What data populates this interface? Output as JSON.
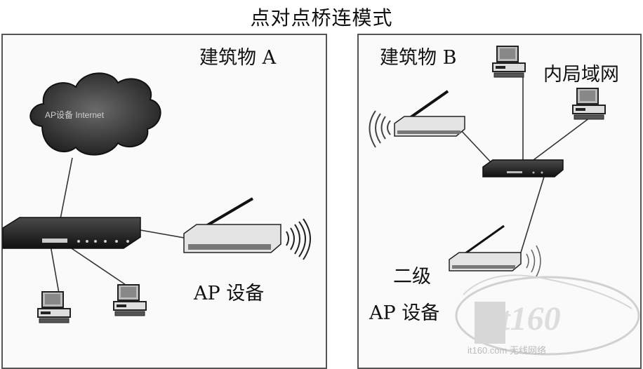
{
  "title": "点对点桥连模式",
  "building_a": {
    "label": "建筑物 A",
    "cloud_text": "AP设备 Internet",
    "ap_label": "AP 设备"
  },
  "building_b": {
    "label": "建筑物 B",
    "lan_label": "内局域网",
    "secondary_ap_label_line1": "二级",
    "secondary_ap_label_line2": "AP 设备"
  },
  "watermark_text": "it160.com 无线网络",
  "colors": {
    "panel_border": "#555555",
    "device_dark": "#222222",
    "device_light": "#dcdcdc",
    "cloud": "#3a3a3a",
    "line": "#333333"
  }
}
